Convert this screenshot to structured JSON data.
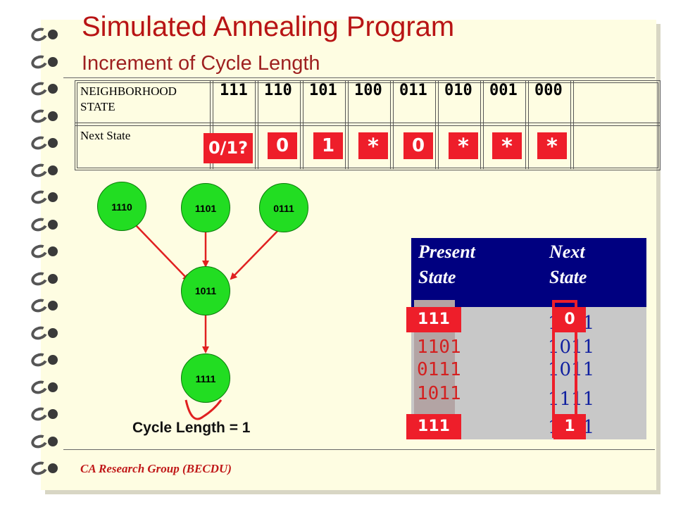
{
  "title": "Simulated Annealing Program",
  "subtitle": "Increment of Cycle Length",
  "rule_table": {
    "row1_label_a": "NEIGHBORHOOD",
    "row1_label_b": "STATE",
    "row2_label": "Next State",
    "states": [
      "111",
      "110",
      "101",
      "100",
      "011",
      "010",
      "001",
      "000"
    ],
    "next_states": [
      "0/1?",
      "0",
      "1",
      "*",
      "0",
      "*",
      "*",
      "*"
    ]
  },
  "graph": {
    "nodes": [
      "1110",
      "1101",
      "0111",
      "1011",
      "1111"
    ],
    "cycle_label": "Cycle Length = 1"
  },
  "state_table": {
    "present_header_a": "Present",
    "present_header_b": "State",
    "next_header_a": "Next",
    "next_header_b": "State",
    "present_rows": [
      "1110",
      "1101",
      "0111",
      "1011",
      "1111"
    ],
    "next_rows": [
      "1011",
      "1011",
      "1011",
      "1111",
      "1111"
    ],
    "overlay_top_left": "111",
    "overlay_bottom_left": "111",
    "overlay_top_right": "0",
    "overlay_bottom_right": "1"
  },
  "footer": "CA Research Group (BECDU)",
  "colors": {
    "background": "#fefde2",
    "title": "#b81414",
    "accent_red": "#ee1e2a",
    "node_green": "#22dd22",
    "table_header": "#000080",
    "table_body": "#c8c8c8"
  }
}
